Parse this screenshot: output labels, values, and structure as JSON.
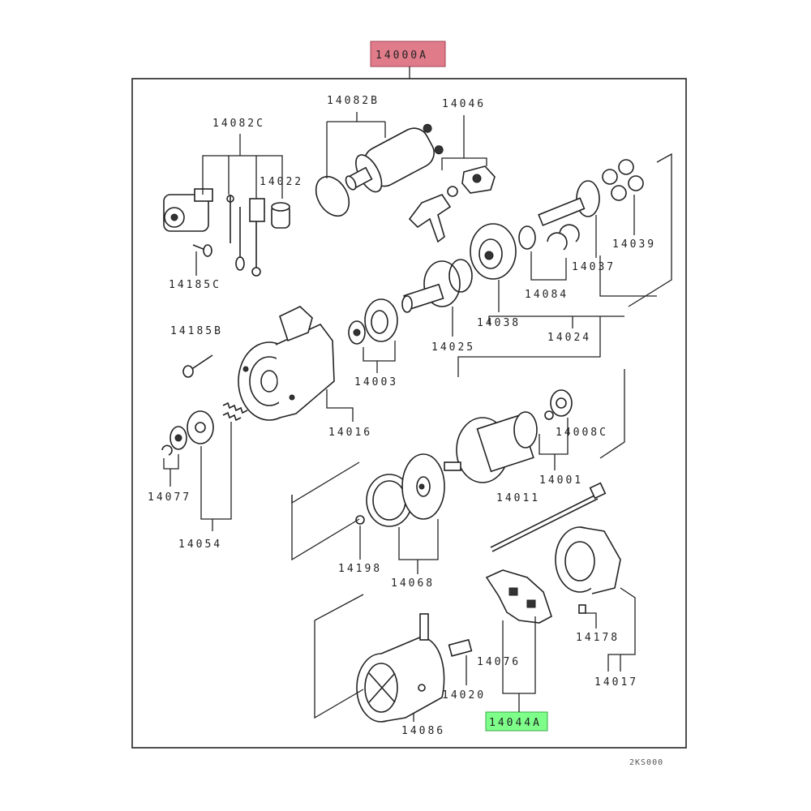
{
  "header_label": "14000A",
  "highlight_label": "14044A",
  "footer_code": "2KS000",
  "colors": {
    "header_highlight": "#e07b8a",
    "active_highlight": "#7dff8a",
    "line": "#222222"
  },
  "parts": {
    "p14082B": "14082B",
    "p14046": "14046",
    "p14082C": "14082C",
    "p14022": "14022",
    "p14185C": "14185C",
    "p14039": "14039",
    "p14037": "14037",
    "p14084": "14084",
    "p14038": "14038",
    "p14024": "14024",
    "p14025": "14025",
    "p14185B": "14185B",
    "p14003": "14003",
    "p14016": "14016",
    "p14008C": "14008C",
    "p14001": "14001",
    "p14077": "14077",
    "p14054": "14054",
    "p14011": "14011",
    "p14198": "14198",
    "p14068": "14068",
    "p14178": "14178",
    "p14017": "14017",
    "p14076": "14076",
    "p14020": "14020",
    "p14086": "14086"
  }
}
